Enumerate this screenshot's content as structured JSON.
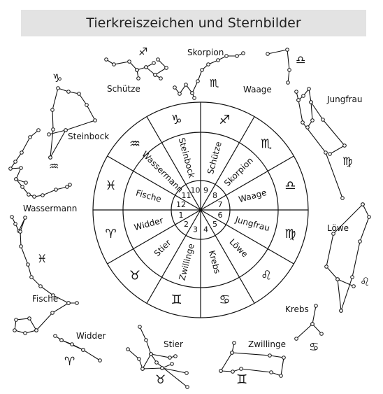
{
  "title": "Tierkreiszeichen und Sternbilder",
  "colors": {
    "line": "#111111",
    "title_bg": "#e3e3e3",
    "background": "#ffffff"
  },
  "wheel": {
    "signs": [
      {
        "number": "1",
        "name": "Widder",
        "glyph": "♈",
        "glyph_name": "aries-symbol"
      },
      {
        "number": "2",
        "name": "Stier",
        "glyph": "♉",
        "glyph_name": "taurus-symbol"
      },
      {
        "number": "3",
        "name": "Zwillinge",
        "glyph": "♊",
        "glyph_name": "gemini-symbol"
      },
      {
        "number": "4",
        "name": "Krebs",
        "glyph": "♋",
        "glyph_name": "cancer-symbol"
      },
      {
        "number": "5",
        "name": "Löwe",
        "glyph": "♌",
        "glyph_name": "leo-symbol"
      },
      {
        "number": "6",
        "name": "Jungfrau",
        "glyph": "♍",
        "glyph_name": "virgo-symbol"
      },
      {
        "number": "7",
        "name": "Waage",
        "glyph": "♎",
        "glyph_name": "libra-symbol"
      },
      {
        "number": "8",
        "name": "Skorpion",
        "glyph": "♏",
        "glyph_name": "scorpio-symbol"
      },
      {
        "number": "9",
        "name": "Schütze",
        "glyph": "♐",
        "glyph_name": "sagittarius-symbol"
      },
      {
        "number": "10",
        "name": "Steinbock",
        "glyph": "♑",
        "glyph_name": "capricorn-symbol"
      },
      {
        "number": "11",
        "name": "Wassermann",
        "glyph": "♒",
        "glyph_name": "aquarius-symbol"
      },
      {
        "number": "12",
        "name": "Fische",
        "glyph": "♓",
        "glyph_name": "pisces-symbol"
      }
    ]
  },
  "constellations": {
    "schuetze": {
      "label": "Schütze",
      "glyph": "♐"
    },
    "skorpion": {
      "label": "Skorpion",
      "glyph": "♏"
    },
    "waage": {
      "label": "Waage",
      "glyph": "♎"
    },
    "jungfrau": {
      "label": "Jungfrau",
      "glyph": "♍"
    },
    "steinbock": {
      "label": "Steinbock",
      "glyph": "♑"
    },
    "wassermann": {
      "label": "Wassermann",
      "glyph": "♒"
    },
    "loewe": {
      "label": "Löwe",
      "glyph": "♌"
    },
    "fische": {
      "label": "Fische",
      "glyph": "♓"
    },
    "krebs": {
      "label": "Krebs",
      "glyph": "♋"
    },
    "widder": {
      "label": "Widder",
      "glyph": "♈"
    },
    "stier": {
      "label": "Stier",
      "glyph": "♉"
    },
    "zwillinge": {
      "label": "Zwillinge",
      "glyph": "♊"
    }
  }
}
